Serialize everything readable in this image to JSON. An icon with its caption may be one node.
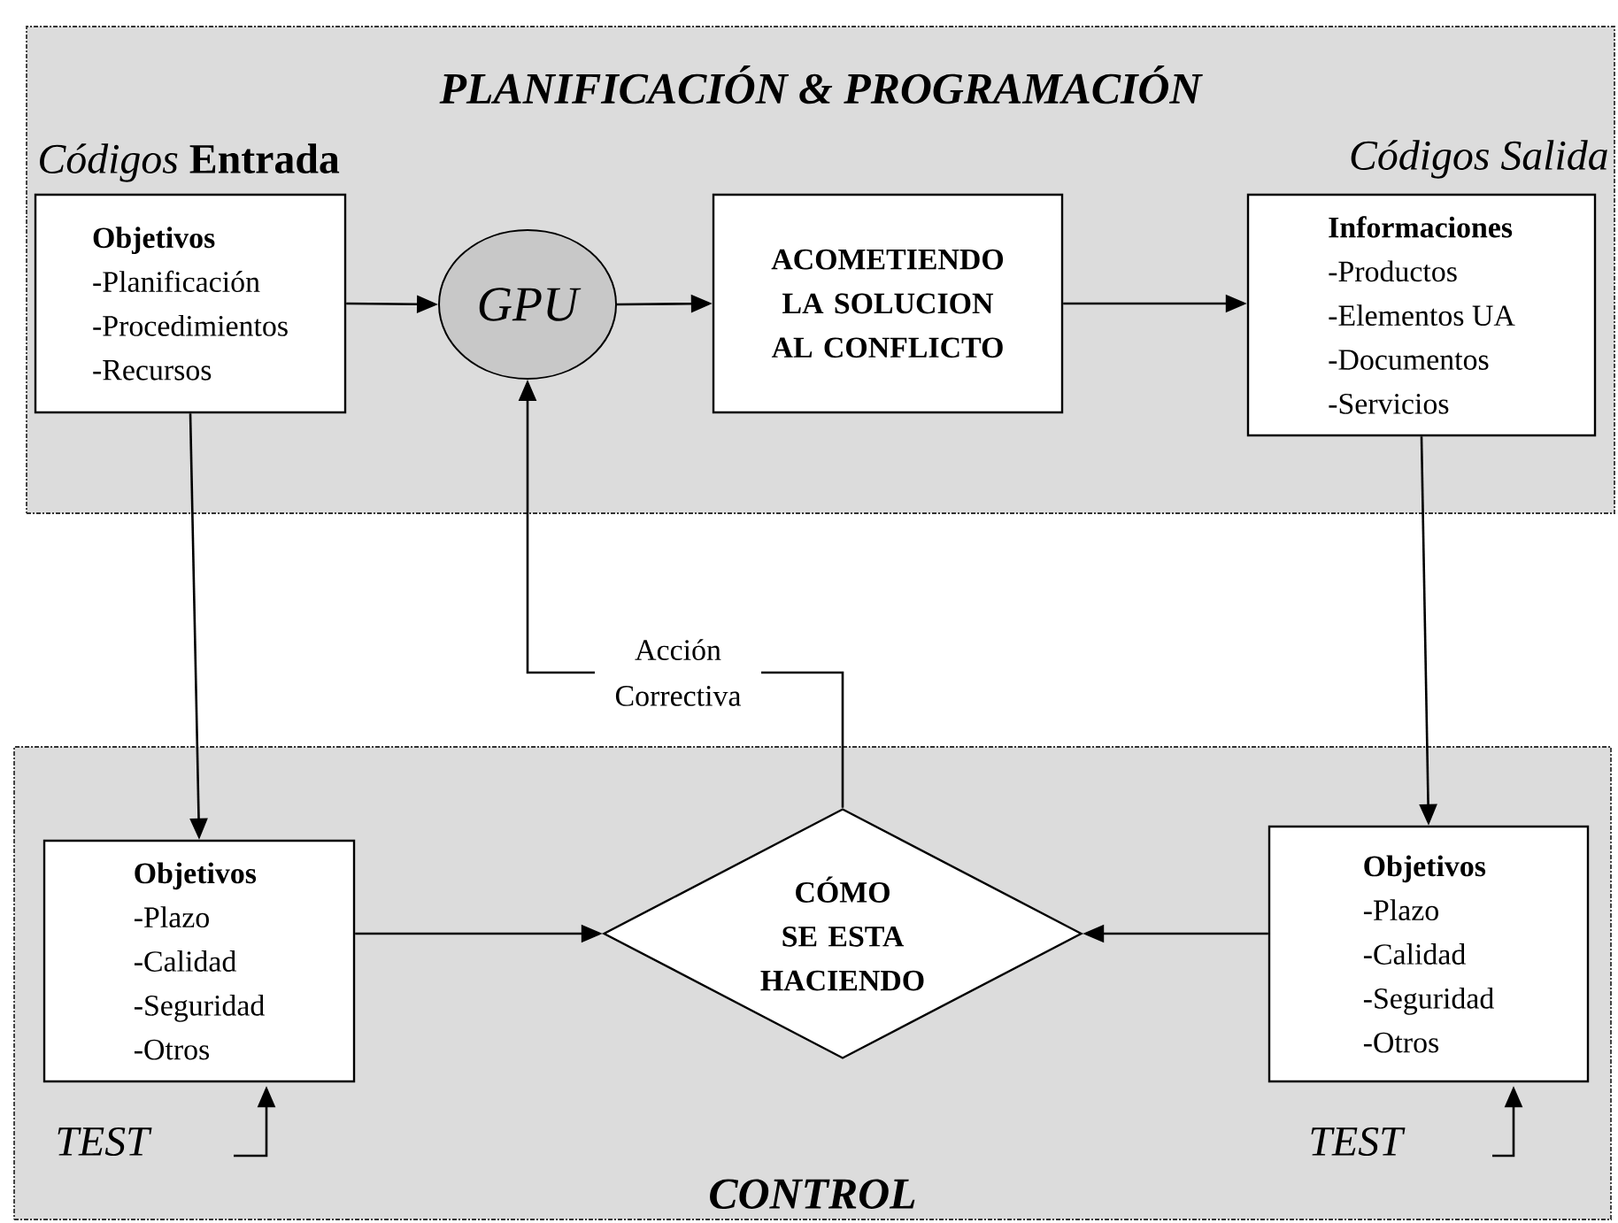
{
  "diagram": {
    "nodes": [
      {
        "text": [
          "PLANIFICACIÓN & PROGRAMACIÓN"
        ]
      },
      {
        "text": [
          "Objetivos",
          "-Planificación",
          "-Procedimientos",
          "-Recursos"
        ],
        "in": 0,
        "beside": [
          "*Códigos* **Entrada**"
        ]
      },
      {
        "text": [
          "GPU"
        ],
        "in": 0
      },
      {
        "text": [
          "ACOMETIENDO LA SOLUCION AL CONFLICTO"
        ],
        "in": 0
      },
      {
        "text": [
          "Informaciones",
          "-Productos",
          "-Elementos UA",
          "-Documentos",
          "-Servicios"
        ],
        "in": 0,
        "beside": [
          "Códigos Salida"
        ]
      },
      {
        "text": [
          "CONTROL"
        ]
      },
      {
        "text": [
          "Objetivos",
          "-Plazo",
          "-Calidad",
          "-Seguridad",
          "-Otros"
        ],
        "in": 5,
        "beside": [
          "TEST"
        ]
      },
      {
        "text": [
          "CÓMO SE ESTA HACIENDO"
        ],
        "in": 5
      },
      {
        "text": [
          "Objetivos",
          "-Plazo",
          "-Calidad",
          "-Seguridad",
          "-Otros"
        ],
        "in": 5,
        "beside": [
          "TEST"
        ]
      }
    ],
    "edges": [
      {
        "from": 1,
        "to": 2,
        "arrow": "to"
      },
      {
        "from": 2,
        "to": 3,
        "arrow": "to"
      },
      {
        "from": 3,
        "to": 4,
        "arrow": "to"
      },
      {
        "from": 1,
        "to": 6,
        "arrow": "to"
      },
      {
        "from": 4,
        "to": 8,
        "arrow": "to"
      },
      {
        "from": 6,
        "to": 7,
        "arrow": "to"
      },
      {
        "from": 8,
        "to": 7,
        "arrow": "to"
      },
      {
        "from": 7,
        "to": 2,
        "arrow": "to",
        "label": "Acción Correctiva"
      },
      {
        "from": null,
        "to": 6,
        "arrow": "to"
      },
      {
        "from": null,
        "to": 8,
        "arrow": "to"
      }
    ]
  }
}
